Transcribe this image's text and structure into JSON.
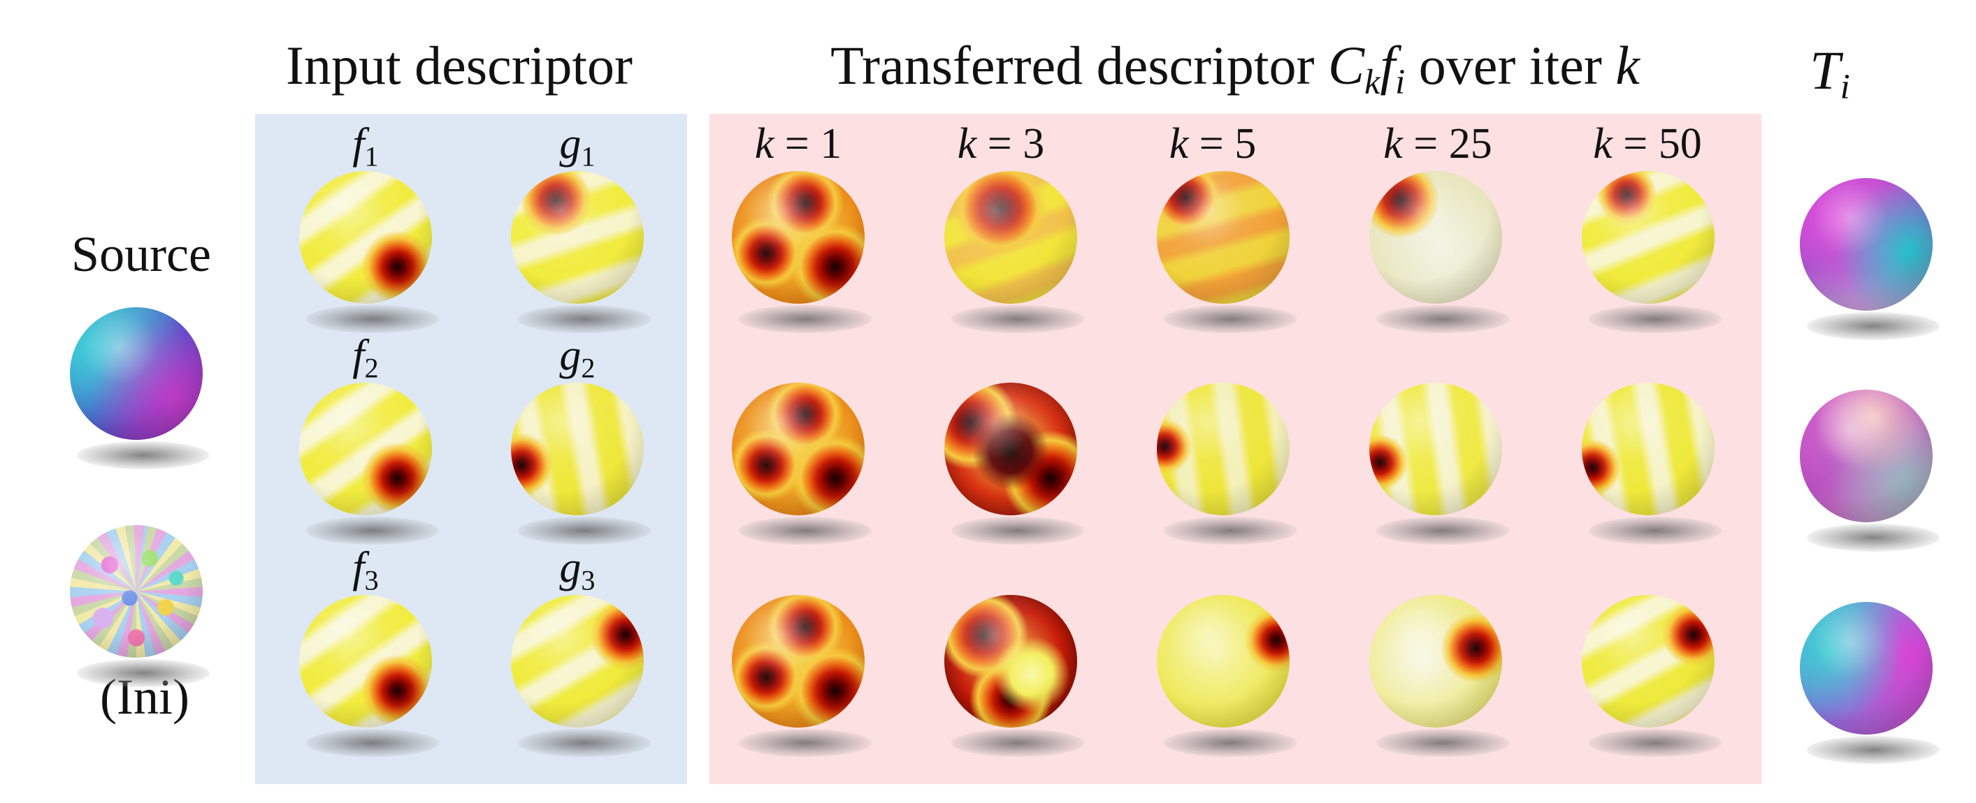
{
  "headers": {
    "input": "Input descriptor",
    "transfer": {
      "prefix": "Transferred descriptor ",
      "C": "C",
      "k": "k",
      "f": "f",
      "i": "i",
      "suffix": " over iter ",
      "iter_k": "k"
    },
    "target": {
      "T": "T",
      "i": "i"
    }
  },
  "source": {
    "label": "Source",
    "ini_label": "(Ini)"
  },
  "input_columns": [
    {
      "rows": [
        {
          "letter": "f",
          "index": "1"
        },
        {
          "letter": "f",
          "index": "2"
        },
        {
          "letter": "f",
          "index": "3"
        }
      ]
    },
    {
      "rows": [
        {
          "letter": "g",
          "index": "1"
        },
        {
          "letter": "g",
          "index": "2"
        },
        {
          "letter": "g",
          "index": "3"
        }
      ]
    }
  ],
  "iterations": [
    {
      "var": "k",
      "eq": " = ",
      "value": "1"
    },
    {
      "var": "k",
      "eq": " = ",
      "value": "3"
    },
    {
      "var": "k",
      "eq": " = ",
      "value": "5"
    },
    {
      "var": "k",
      "eq": " = ",
      "value": "25"
    },
    {
      "var": "k",
      "eq": " = ",
      "value": "50"
    }
  ],
  "colors": {
    "input_panel": "#dde8f4",
    "transfer_panel": "#fde0e1",
    "descriptor_low": "#f2ee3a",
    "descriptor_high": "#1a0000",
    "rgb_magenta": "#c23cc8",
    "rgb_cyan": "#2fc6d6"
  }
}
